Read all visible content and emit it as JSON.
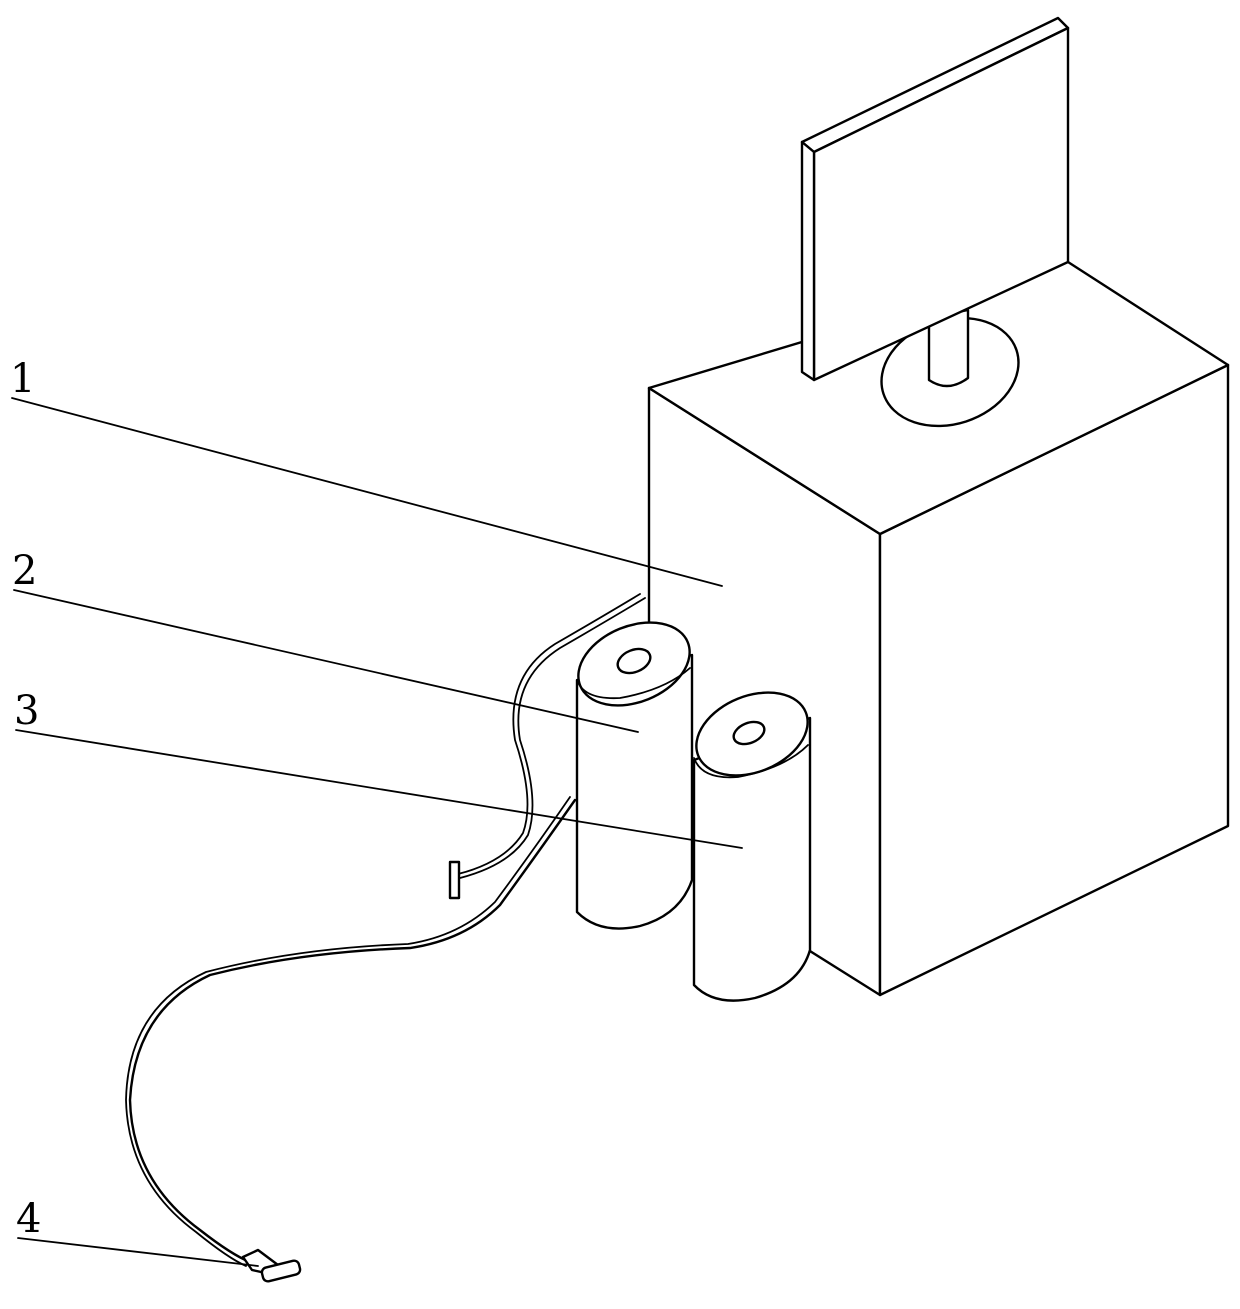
{
  "labels": {
    "l1": "1",
    "l2": "2",
    "l3": "3",
    "l4": "4"
  },
  "colors": {
    "line": "#000000",
    "background": "#ffffff"
  }
}
